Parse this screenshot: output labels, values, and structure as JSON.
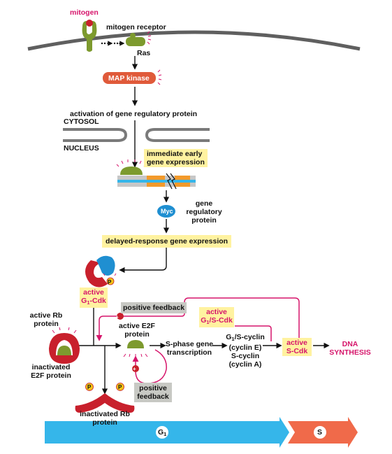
{
  "labels": {
    "mitogen": "mitogen",
    "mitogen_receptor": "mitogen receptor",
    "ras": "Ras",
    "map_kinase": "MAP kinase",
    "activation_gene_regulatory": "activation of gene regulatory protein",
    "cytosol": "CYTOSOL",
    "nucleus": "NUCLEUS",
    "immediate_early_line1": "immediate early",
    "immediate_early_line2": "gene expression",
    "myc": "Myc",
    "gene_regulatory_line1": "gene",
    "gene_regulatory_line2": "regulatory",
    "gene_regulatory_line3": "protein",
    "delayed_response": "delayed-response gene expression",
    "active_g1cdk_line1": "active",
    "active_g1cdk_g": "G",
    "active_g1cdk_sub": "1",
    "active_g1cdk_rest": "-Cdk",
    "positive_feedback_top": "positive feedback",
    "active_g1scdk_line1": "active",
    "active_g1scdk_g": "G",
    "active_g1scdk_sub": "1",
    "active_g1scdk_rest": "/S-Cdk",
    "active_rb_line1": "active Rb",
    "active_rb_line2": "protein",
    "active_e2f_line1": "active E2F",
    "active_e2f_line2": "protein",
    "sphase_line1": "S-phase gene",
    "sphase_line2": "transcription",
    "cyclin_g": "G",
    "cyclin_sub": "1",
    "cyclin_rest": "/S-cyclin",
    "cyclin_e": "(cyclin E)",
    "s_cyclin": "S-cyclin",
    "cyclin_a": "(cyclin A)",
    "active_scdk_line1": "active",
    "active_scdk_line2": "S-Cdk",
    "dna_line1": "DNA",
    "dna_line2": "SYNTHESIS",
    "inactivated_e2f_line1": "inactivated",
    "inactivated_e2f_line2": "E2F protein",
    "positive_feedback_bottom_line1": "positive",
    "positive_feedback_bottom_line2": "feedback",
    "inactivated_rb_line1": "inactivated Rb",
    "inactivated_rb_line2": "protein",
    "phase_g": "G",
    "phase_g_sub": "1",
    "phase_s": "S",
    "phosphate": "P",
    "plus": "+"
  },
  "colors": {
    "pink_accent": "#d6156b",
    "yellow_box": "#fff2a0",
    "gray_box": "#c8c9c4",
    "green_protein": "#7d9a2e",
    "red_protein": "#c8202c",
    "map_kinase": "#e05a3a",
    "myc_blue": "#1f8fd1",
    "g1_arrow": "#35b6ea",
    "s_arrow": "#f06a4a",
    "membrane": "#5f5f5f",
    "phosphate_yellow": "#f2c318"
  }
}
